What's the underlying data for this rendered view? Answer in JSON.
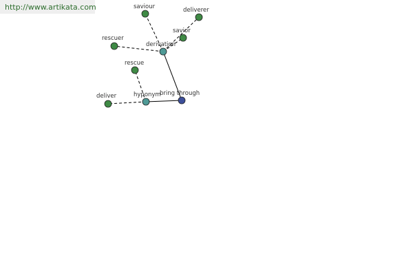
{
  "watermark": {
    "url": "http://www.artikata.com"
  },
  "colors": {
    "center_node": "#3d4f9a",
    "relation_node": "#4f9a96",
    "word_node": "#3f8a45",
    "edge": "#000000"
  },
  "graph": {
    "center": {
      "label": "bring through"
    },
    "relations": [
      {
        "id": "hyponym",
        "label": "hyponym"
      },
      {
        "id": "derivation",
        "label": "derivation"
      }
    ],
    "words": [
      {
        "id": "deliver",
        "label": "deliver",
        "relation": "hyponym"
      },
      {
        "id": "rescue",
        "label": "rescue",
        "relation": "hyponym"
      },
      {
        "id": "rescuer",
        "label": "rescuer",
        "relation": "derivation"
      },
      {
        "id": "saviour",
        "label": "saviour",
        "relation": "derivation"
      },
      {
        "id": "savior",
        "label": "savior",
        "relation": "derivation"
      },
      {
        "id": "deliverer",
        "label": "deliverer",
        "relation": "derivation"
      }
    ]
  }
}
